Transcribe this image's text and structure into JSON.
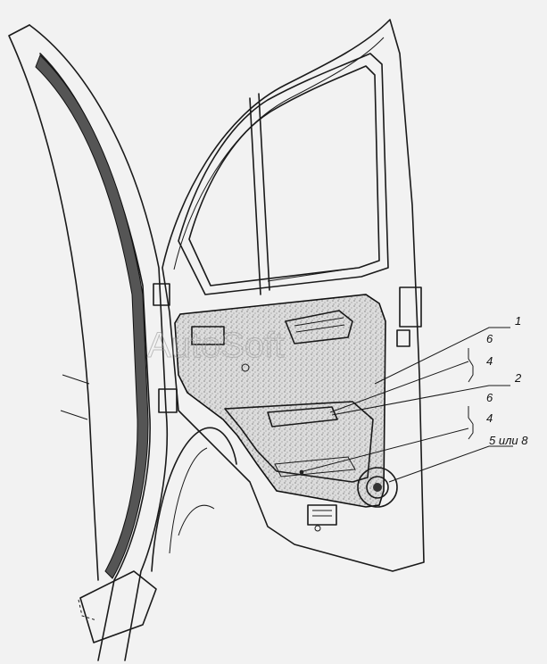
{
  "watermark": "AutoSoft",
  "callouts": {
    "c1": "1",
    "c6a": "6",
    "c4a": "4",
    "c2": "2",
    "c6b": "6",
    "c4b": "4",
    "c5": "5 или 8"
  },
  "colors": {
    "background": "#f2f2f2",
    "line": "#1a1a1a",
    "trim_panel": "#d9d9d9"
  }
}
